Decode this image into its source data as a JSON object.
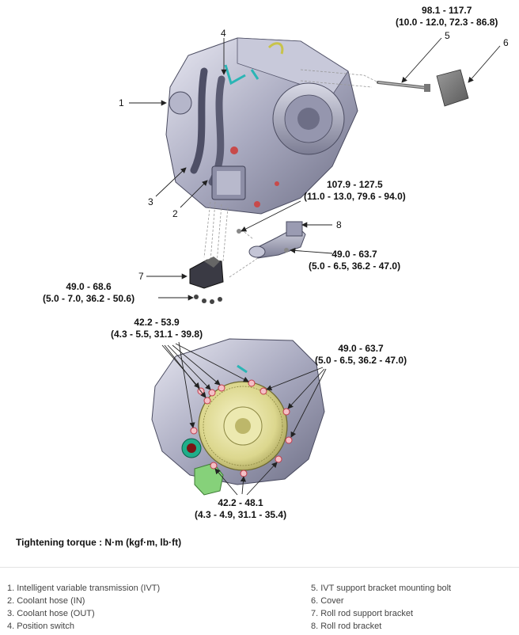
{
  "torques": {
    "t1": {
      "line1": "98.1 - 117.7",
      "line2": "(10.0 - 12.0, 72.3 - 86.8)"
    },
    "t2": {
      "line1": "107.9 - 127.5",
      "line2": "(11.0 - 13.0, 79.6 - 94.0)"
    },
    "t3": {
      "line1": "49.0 - 63.7",
      "line2": "(5.0 - 6.5, 36.2 - 47.0)"
    },
    "t4": {
      "line1": "49.0 - 68.6",
      "line2": "(5.0 - 7.0, 36.2 - 50.6)"
    },
    "t5": {
      "line1": "42.2 - 53.9",
      "line2": "(4.3 - 5.5, 31.1 - 39.8)"
    },
    "t6": {
      "line1": "49.0 - 63.7",
      "line2": "(5.0 - 6.5, 36.2 - 47.0)"
    },
    "t7": {
      "line1": "42.2 - 48.1",
      "line2": "(4.3 - 4.9, 31.1 - 35.4)"
    }
  },
  "callouts": [
    "1",
    "2",
    "3",
    "4",
    "5",
    "6",
    "7",
    "8"
  ],
  "tightening_label": "Tightening torque : N·m (kgf·m, lb·ft)",
  "legend": {
    "left": [
      "1. Intelligent variable transmission (IVT)",
      "2. Coolant hose (IN)",
      "3. Coolant hose (OUT)",
      "4. Position switch"
    ],
    "right": [
      "5. IVT support bracket mounting bolt",
      "6. Cover",
      "7. Roll rod support bracket",
      "8. Roll rod bracket"
    ]
  }
}
